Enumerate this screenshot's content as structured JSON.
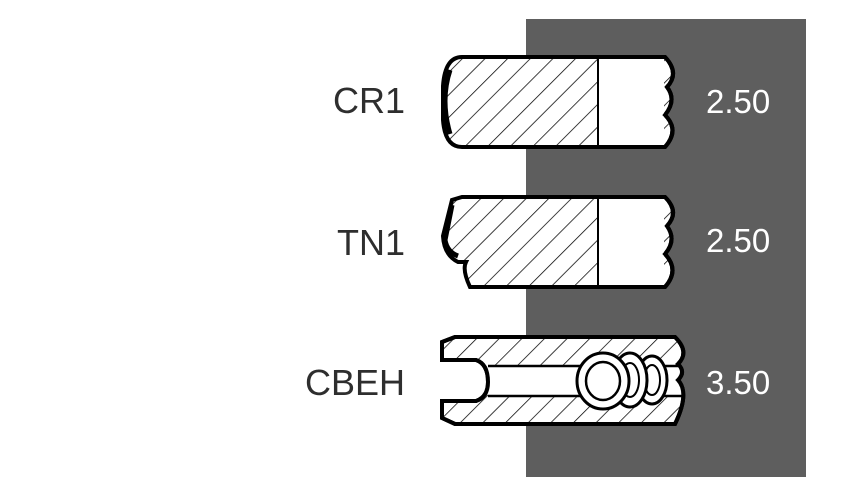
{
  "colors": {
    "panel": "#5e5e5e",
    "outline": "#000000",
    "label_text": "#2e2e2e",
    "value_text": "#ffffff"
  },
  "rings": [
    {
      "code": "CR1",
      "value": "2.50"
    },
    {
      "code": "TN1",
      "value": "2.50"
    },
    {
      "code": "CBEH",
      "value": "3.50"
    }
  ]
}
